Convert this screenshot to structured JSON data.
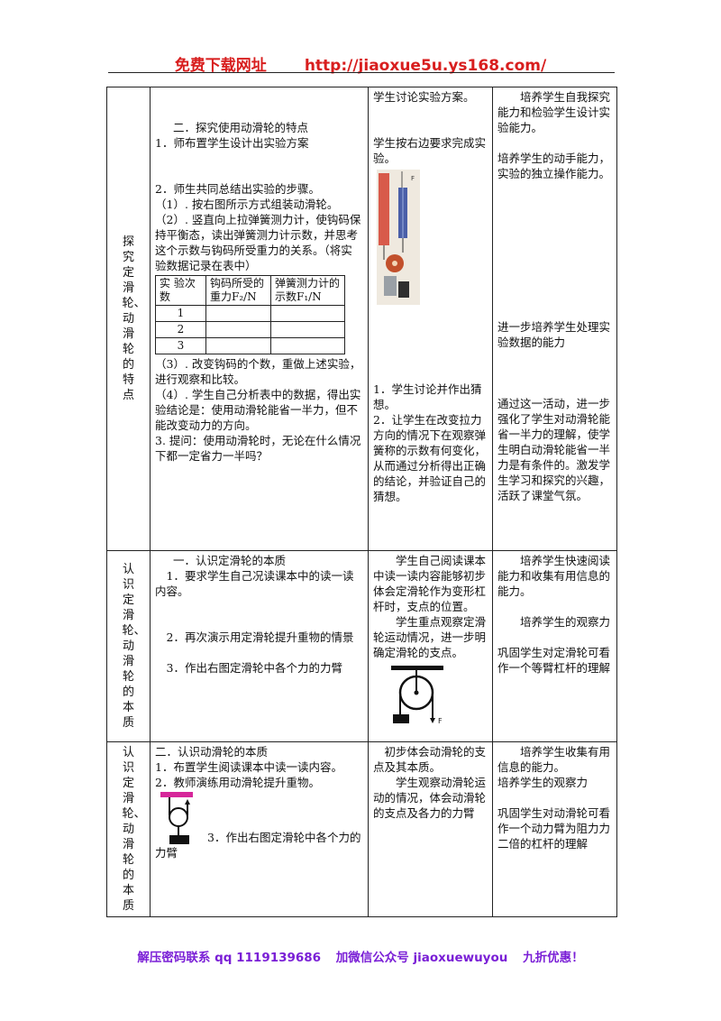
{
  "header": {
    "title": "免费下载网址",
    "url": "http://jiaoxue5u.ys168.com/"
  },
  "section1": {
    "side": "探究定滑轮、动滑轮的特点",
    "lines": [
      "二．探究使用动滑轮的特点",
      "1．师布置学生设计出实验方案",
      "2．师生共同总结出实验的步骤。",
      "（1）. 按右图所示方式组装动滑轮。",
      "（2）. 竖直向上拉弹簧测力计，使钩码保持平衡态，读出弹簧测力计示数，并思考这个示数与钩码所受重力的关系。（将实验数据记录在表中）",
      "（3）. 改变钩码的个数，重做上述实验，进行观察和比较。",
      "（4）. 学生自己分析表中的数据，得出实验结论是：使用动滑轮能省一半力，但不能改变动力的方向。",
      "3. 提问：使用动滑轮时，无论在什么情况下都一定省力一半吗？"
    ],
    "table": {
      "h1": "实 验次数",
      "h2": "钩码所受的重力F₂/N",
      "h3": "弹簧测力计的示数F₁/N",
      "rows": [
        "1",
        "2",
        "3"
      ]
    },
    "student": [
      "学生讨论实验方案。",
      "学生按右边要求完成实验。",
      "1．学生讨论并作出猜想。",
      "2．让学生在改变拉力方向的情况下在观察弹簧称的示数有何变化，从而通过分析得出正确的结论，并验证自己的猜想。"
    ],
    "goal": [
      "培养学生自我探究能力和检验学生设计实验能力。",
      "培养学生的动手能力，实验的独立操作能力。",
      "进一步培养学生处理实验数据的能力",
      "通过这一活动，进一步强化了学生对动滑轮能省一半力的理解，使学生明白动滑轮能省一半力是有条件的。激发学生学习和探究的兴趣，活跃了课堂气氛。"
    ],
    "photo_label": "F"
  },
  "section2": {
    "side": "认识定滑轮、动滑轮的本质",
    "lines": [
      "一．认识定滑轮的本质",
      "1．要求学生自己况读课本中的读一读内容。",
      "2．再次演示用定滑轮提升重物的情景",
      "3．作出右图定滑轮中各个力的力臂"
    ],
    "student": [
      "学生自己阅读课本中读一读内容能够初步体会定滑轮作为变形杠杆时，支点的位置。",
      "学生重点观察定滑轮运动情况，进一步明确定滑轮的支点。"
    ],
    "goal": [
      "培养学生快速阅读能力和收集有用信息的能力。",
      "培养学生的观察力",
      "巩固学生对定滑轮可看作一个等臂杠杆的理解"
    ],
    "diagram_label": "F"
  },
  "section3": {
    "side": "认识定滑轮、动滑轮的本质",
    "lines": [
      "二．认识动滑轮的本质",
      "1．布置学生阅读课本中读一读内容。",
      "2．教师演练用动滑轮提升重物。",
      "3．作出右图定滑轮中各个力的力臂"
    ],
    "student": [
      "初步体会动滑轮的支点及其本质。",
      "学生观察动滑轮运动的情况，体会动滑轮的支点及各力的力臂"
    ],
    "goal": [
      "培养学生收集有用信息的能力。",
      "培养学生的观察力",
      "巩固学生对动滑轮可看作一个动力臂为阻力力二倍的杠杆的理解"
    ]
  },
  "footer": {
    "part1": "解压密码联系 qq  1119139686",
    "part2": "加微信公众号 jiaoxuewuyou",
    "part3": "九折优惠！"
  },
  "colors": {
    "header": "#d81e1e",
    "footer": "#7a1fd6",
    "magenta_bar": "#d6269a"
  }
}
